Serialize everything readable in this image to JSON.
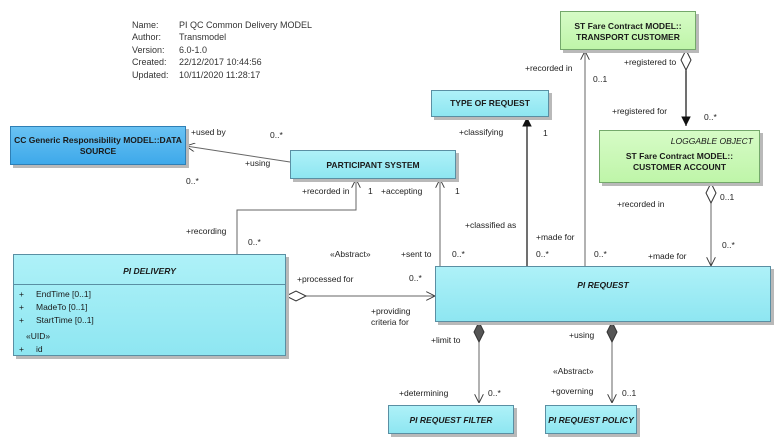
{
  "meta": {
    "name_key": "Name:",
    "name_val": "PI QC Common Delivery MODEL",
    "author_key": "Author:",
    "author_val": "Transmodel",
    "version_key": "Version:",
    "version_val": "6.0-1.0",
    "created_key": "Created:",
    "created_val": "22/12/2017 10:44:56",
    "updated_key": "Updated:",
    "updated_val": "10/11/2020 11:28:17"
  },
  "classes": {
    "transport_customer": {
      "line1": "ST Fare Contract MODEL::",
      "line2": "TRANSPORT CUSTOMER"
    },
    "type_of_request": {
      "title": "TYPE OF REQUEST"
    },
    "data_source": {
      "line1": "CC Generic Responsibility MODEL::DATA",
      "line2": "SOURCE"
    },
    "participant_system": {
      "title": "PARTICIPANT SYSTEM"
    },
    "customer_account": {
      "stereotype": "LOGGABLE OBJECT",
      "line1": "ST Fare Contract MODEL::",
      "line2": "CUSTOMER ACCOUNT"
    },
    "pi_delivery": {
      "title": "PI DELIVERY",
      "attr1_vis": "+",
      "attr1": "EndTime [0..1]",
      "attr2_vis": "+",
      "attr2": "MadeTo [0..1]",
      "attr3_vis": "+",
      "attr3": "StartTime [0..1]",
      "uid": "«UID»",
      "attr4_vis": "+",
      "attr4": "id"
    },
    "pi_request": {
      "title": "PI REQUEST"
    },
    "pi_request_filter": {
      "title": "PI REQUEST FILTER"
    },
    "pi_request_policy": {
      "title": "PI REQUEST POLICY"
    }
  },
  "labels": {
    "recorded_in_tc": "+recorded in",
    "mult_tc_01": "0..1",
    "registered_to": "+registered to",
    "registered_for": "+registered for",
    "mult_ca_0n": "0..*",
    "classifying": "+classifying",
    "mult_tor_1": "1",
    "used_by": "+used by",
    "mult_ds_0n": "0..*",
    "using_ds": "+using",
    "mult_ps_0n": "0..*",
    "recorded_in_ps": "+recorded in",
    "mult_ps_1": "1",
    "accepting": "+accepting",
    "mult_ps_1b": "1",
    "recording": "+recording",
    "mult_pd_0n": "0..*",
    "abstract_pd": "«Abstract»",
    "sent_to": "+sent to",
    "classified_as": "+classified as",
    "made_for_1": "+made for",
    "mult_req_0n_a": "0..*",
    "mult_req_0n_b": "0..*",
    "mult_req_0n_c": "0..*",
    "recorded_in_ca": "+recorded in",
    "mult_ca_01": "0..1",
    "made_for_2": "+made for",
    "mult_req_0n_d": "0..*",
    "processed_for": "+processed for",
    "mult_req_0n_e": "0..*",
    "providing_l1": "+providing",
    "providing_l2": "criteria for",
    "limit_to": "+limit to",
    "using_pol": "+using",
    "abstract_pol": "«Abstract»",
    "determining": "+determining",
    "mult_filter_0n": "0..*",
    "governing": "+governing",
    "mult_pol_01": "0..1"
  }
}
